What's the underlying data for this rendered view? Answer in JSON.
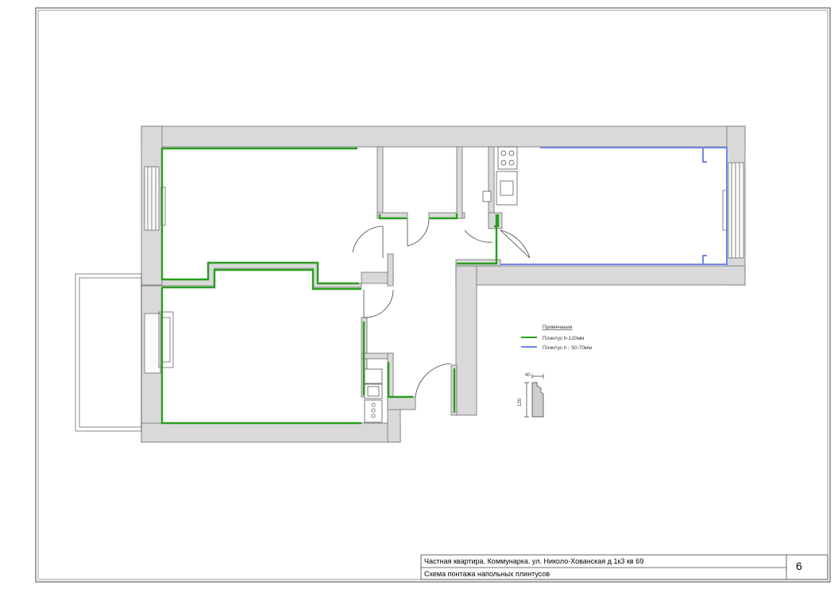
{
  "legend": {
    "title": "Примечания",
    "items": [
      {
        "label": "Плинтус h-120мм",
        "color": "#2a9d1f"
      },
      {
        "label": "Плинтус h - 50-70мм",
        "color": "#6f86ea"
      }
    ]
  },
  "profile": {
    "width_label": "40",
    "height_label": "120"
  },
  "title_block": {
    "project": "Частная квартира. Коммунарка. ул. Николо-Хованская д 1к3 кв 69",
    "sheet_title": "Схема понтажа напольных плинтусов",
    "sheet_number": "6"
  },
  "colors": {
    "wall_fill": "#d9d9d9",
    "wall_stroke": "#6e6e6e",
    "baseboard_120": "#2a9d1f",
    "baseboard_50_70": "#6f86ea"
  }
}
